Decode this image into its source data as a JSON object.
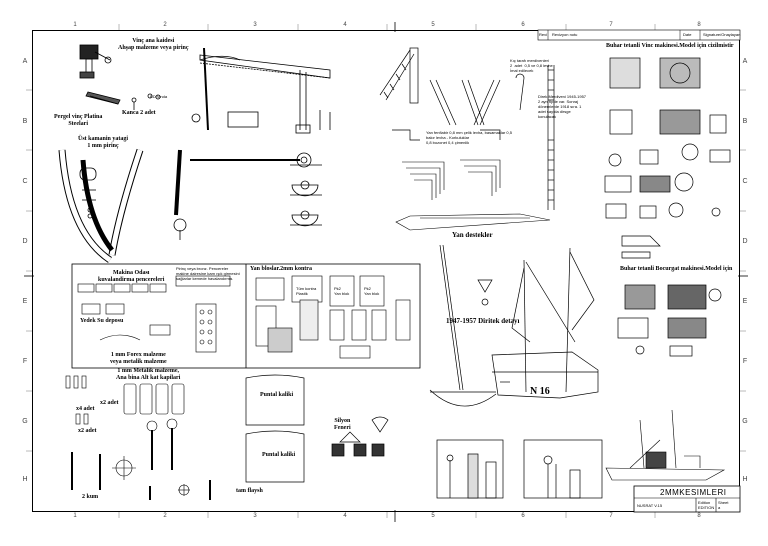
{
  "zones": {
    "cols_top": [
      "1",
      "2",
      "3",
      "4",
      "5",
      "6",
      "7",
      "8"
    ],
    "cols_bottom": [
      "1",
      "2",
      "3",
      "4",
      "5",
      "6",
      "7",
      "8"
    ],
    "rows_left": [
      "A",
      "B",
      "C",
      "D",
      "E",
      "F",
      "G",
      "H"
    ],
    "rows_right": [
      "A",
      "B",
      "C",
      "D",
      "E",
      "F",
      "G",
      "H"
    ]
  },
  "revision_block": {
    "rev_label": "Revi",
    "rev_desc": "Revizyon notu",
    "date_label": "Date",
    "sign_label": "Signature/Onaylayan"
  },
  "captions": {
    "vinc_ana_kaidesi": "Vinç ana kaidesi\nAhşap malzeme veya pirinç",
    "vinc_note": "RD Vinda",
    "kanca": "Kanca 2 adet",
    "pergel": "Pergel vinç Platina\nSteelari",
    "ust_kamanin": "Üst kamanin yatagi\n1 mm pirinç",
    "ladder_note": "Yan fenfiabir 0,8 mm çelik levha, basamaklar 0,5\nbakır levha - Korkuluklar\n0,8 bozonet 0,4 çimenlik",
    "kic_tarafi": "Kıç tarafı merdivenleri\n2  adet  0,5 ve 0,8 levhe\nİmal edilecek",
    "direk_note": "Direk Merdiveni 1945-1957\n2 ayrı tipde var. Sonraj\ndönemlerde 1918 sıra. 1\nadet sayıda dirsge\nkonulacak",
    "yan_destekler": "Yan destekler",
    "buhar_vinc": "Buhar tetanli Vinc makinesi.Model için cizilmistir",
    "buhar_bocurgat": "Buhar tetanli Bocurgat makinesi.Model için",
    "makina_odasi": "Makina Odası\nkuvalandirma pencereleri",
    "pirinc_note": "Pirinç veya bronz. Pencereler\nmakine dairesine karn ışık girmesini\nsağlarlar kemede havalandırma.",
    "yan_bloglar": "Yan bloslar.2mm kontra",
    "yedek_su": "Yedek Su deposu",
    "bir_mm_forex": "1 mm Forex malzeme\nveya metalik malzeme",
    "direk_detayi": "1947-1957 Diritek detayı",
    "n16": "N 16",
    "bir_mm_metalik": "1 mm Metalik malzeme,\nAna bina Alt kat kapilari",
    "x4_adet": "x4 adet",
    "x2_adet": "x2 adet",
    "x2_adet_b": "x2 adet",
    "iki_kum": "2 kum",
    "tam_flaysh": "tam flaysh",
    "puntal_1": "Puntal kaliki",
    "puntal_2": "Puntal kaliki",
    "silyon": "Silyon\nFeneri",
    "blok_note_1": "Tüm kontra\nPlastik",
    "blok_note_2": "Pk2\nYan blok",
    "blok_note_3": "Pk2\nYan blok"
  },
  "title_block": {
    "name": "2MMKESIMLERI",
    "author": "NUSRAT V.15",
    "edition_label": "Edition",
    "edition_value": "EDITION",
    "sheet_label": "Sheet",
    "sheet_value": "a"
  }
}
